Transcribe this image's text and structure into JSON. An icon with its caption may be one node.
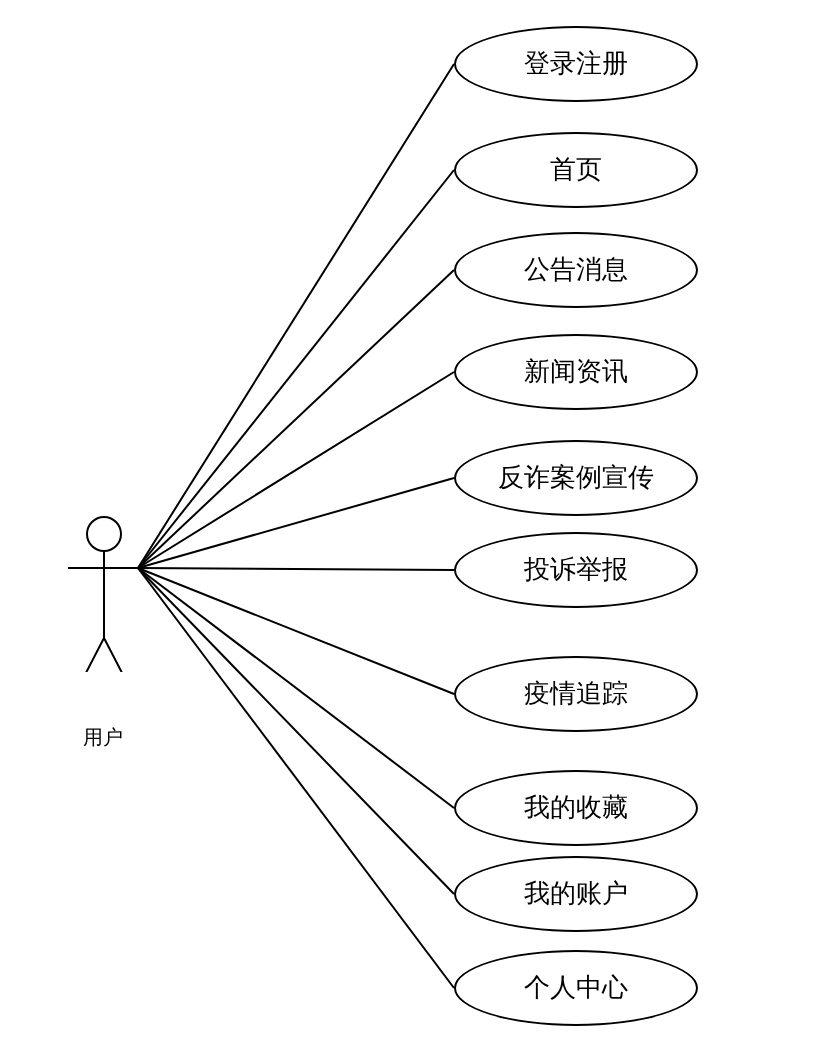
{
  "diagram": {
    "nodes": [
      {
        "text": [
          "用户"
        ]
      },
      {
        "text": [
          "登录注册"
        ]
      },
      {
        "text": [
          "首页"
        ]
      },
      {
        "text": [
          "公告消息"
        ]
      },
      {
        "text": [
          "新闻资讯"
        ]
      },
      {
        "text": [
          "反诈案例宣传"
        ]
      },
      {
        "text": [
          "投诉举报"
        ]
      },
      {
        "text": [
          "疫情追踪"
        ]
      },
      {
        "text": [
          "我的收藏"
        ]
      },
      {
        "text": [
          "我的账户"
        ]
      },
      {
        "text": [
          "个人中心"
        ]
      }
    ],
    "edges": [
      {
        "from": 0,
        "to": 1,
        "arrow": "none"
      },
      {
        "from": 0,
        "to": 2,
        "arrow": "none"
      },
      {
        "from": 0,
        "to": 3,
        "arrow": "none"
      },
      {
        "from": 0,
        "to": 4,
        "arrow": "none"
      },
      {
        "from": 0,
        "to": 5,
        "arrow": "none"
      },
      {
        "from": 0,
        "to": 6,
        "arrow": "none"
      },
      {
        "from": 0,
        "to": 7,
        "arrow": "none"
      },
      {
        "from": 0,
        "to": 8,
        "arrow": "none"
      },
      {
        "from": 0,
        "to": 9,
        "arrow": "none"
      },
      {
        "from": 0,
        "to": 10,
        "arrow": "none"
      }
    ]
  }
}
